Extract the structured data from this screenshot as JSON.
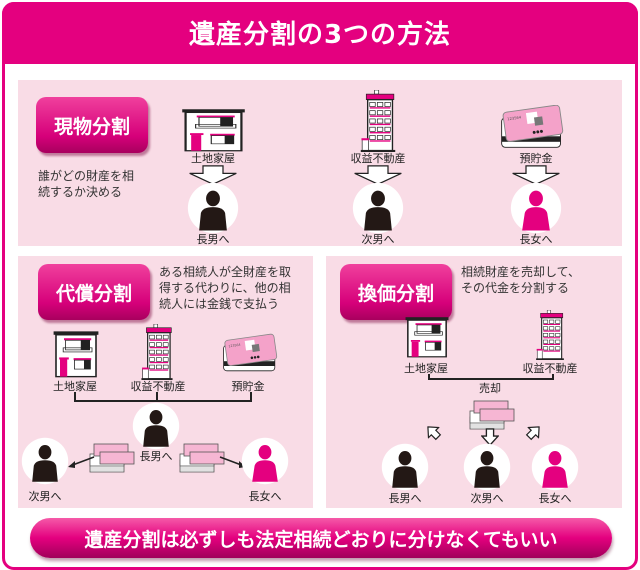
{
  "title": "遺産分割の3つの方法",
  "colors": {
    "accent": "#e4007f",
    "panel": "#f9dce6"
  },
  "genbutsu": {
    "label": "現物分割",
    "desc": [
      "誰がどの財産を相",
      "続するか決める"
    ],
    "assets": [
      "土地家屋",
      "収益不動産",
      "預貯金"
    ],
    "heirs": [
      "長男へ",
      "次男へ",
      "長女へ"
    ]
  },
  "daisho": {
    "label": "代償分割",
    "desc": [
      "ある相続人が全財産を取",
      "得する代わりに、他の相",
      "続人には金銭で支払う"
    ],
    "assets": [
      "土地家屋",
      "収益不動産",
      "預貯金"
    ],
    "heirs": [
      "長男へ",
      "次男へ",
      "長女へ"
    ]
  },
  "kanka": {
    "label": "換価分割",
    "desc": [
      "相続財産を売却して、",
      "その代金を分割する"
    ],
    "assets": [
      "土地家屋",
      "収益不動産"
    ],
    "sale": "売却",
    "heirs": [
      "長男へ",
      "次男へ",
      "長女へ"
    ]
  },
  "banner": "遺産分割は必ずしも法定相続どおりに分けなくてもいい"
}
